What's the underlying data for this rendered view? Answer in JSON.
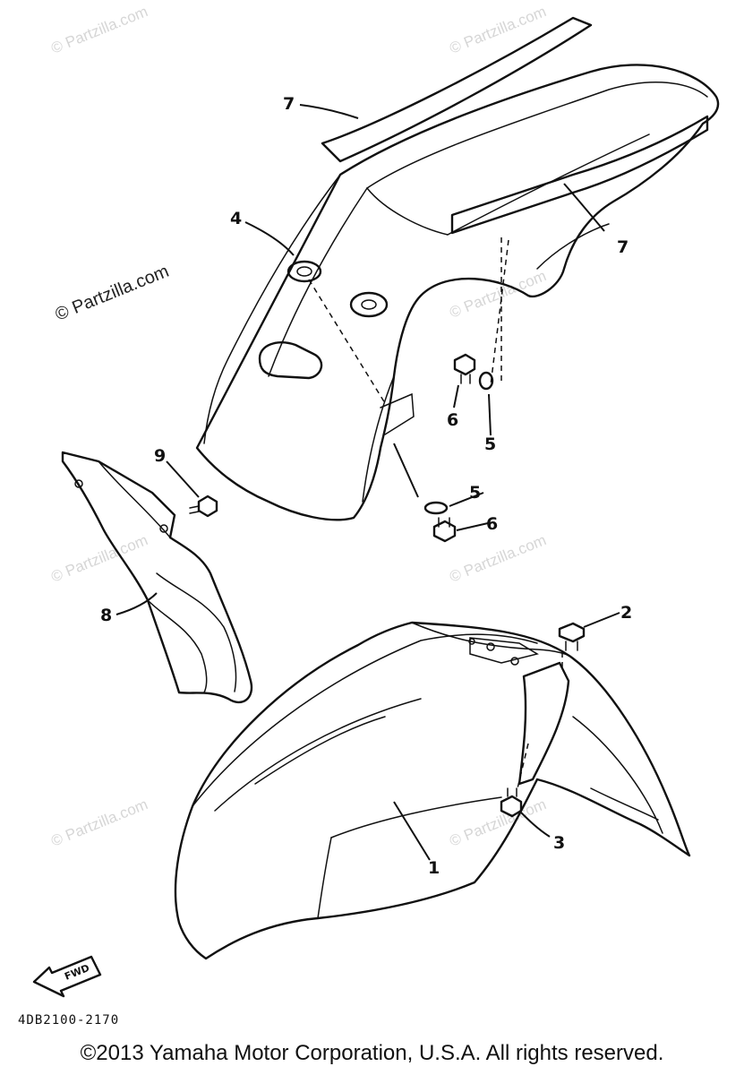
{
  "watermark": "© Partzilla.com",
  "diagram_code": "4DB2100-2170",
  "forward_marker": "FWD",
  "copyright": "©2013 Yamaha Motor Corporation, U.S.A. All rights reserved.",
  "callouts": [
    "1",
    "2",
    "3",
    "4",
    "5",
    "5",
    "6",
    "6",
    "7",
    "7",
    "8",
    "9"
  ]
}
